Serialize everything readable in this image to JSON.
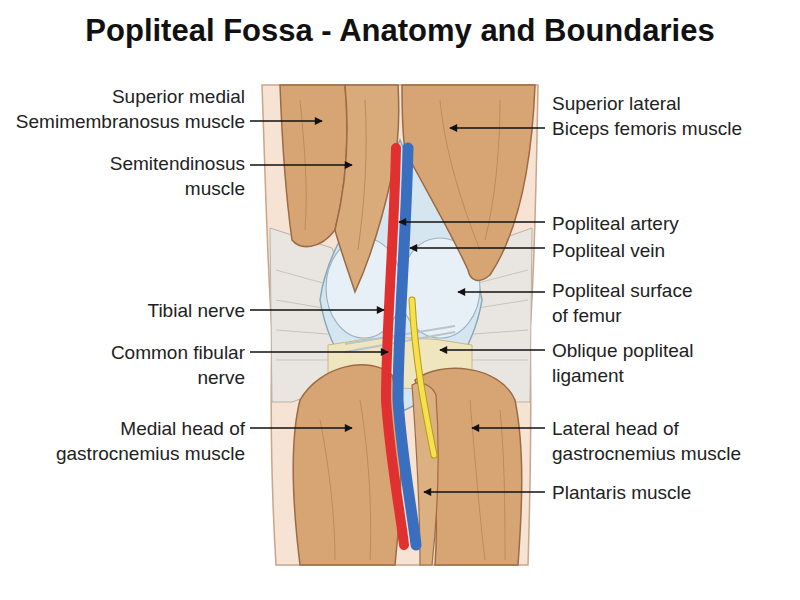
{
  "diagram": {
    "title": "Popliteal Fossa - Anatomy and Boundaries",
    "labels": [
      "Superior medial Semimembranosus muscle",
      "Semitendinosus muscle",
      "Tibial nerve",
      "Common fibular nerve",
      "Medial head of gastrocnemius muscle",
      "Superior lateral Biceps femoris muscle",
      "Popliteal artery",
      "Popliteal vein",
      "Popliteal surface of femur",
      "Oblique popliteal ligament",
      "Lateral head of gastrocnemius muscle",
      "Plantaris muscle"
    ]
  }
}
